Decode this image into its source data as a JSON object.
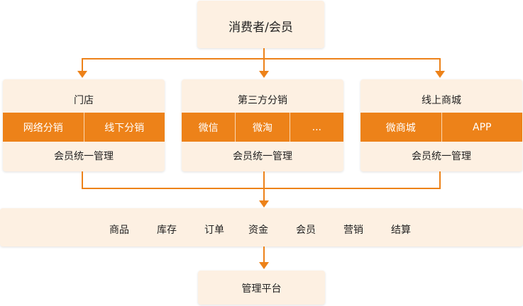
{
  "top": {
    "label": "消费者/会员"
  },
  "channels": [
    {
      "title": "门店",
      "cells": [
        "网络分销",
        "线下分销"
      ],
      "footer": "会员统一管理"
    },
    {
      "title": "第三方分销",
      "cells": [
        "微信",
        "微淘",
        "..."
      ],
      "footer": "会员统一管理"
    },
    {
      "title": "线上商城",
      "cells": [
        "微商城",
        "APP"
      ],
      "footer": "会员统一管理"
    }
  ],
  "modules": [
    "商品",
    "库存",
    "订单",
    "资金",
    "会员",
    "营销",
    "结算"
  ],
  "platform": {
    "label": "管理平台"
  },
  "colors": {
    "accent": "#ed8219",
    "panel": "#fdf0e2"
  }
}
